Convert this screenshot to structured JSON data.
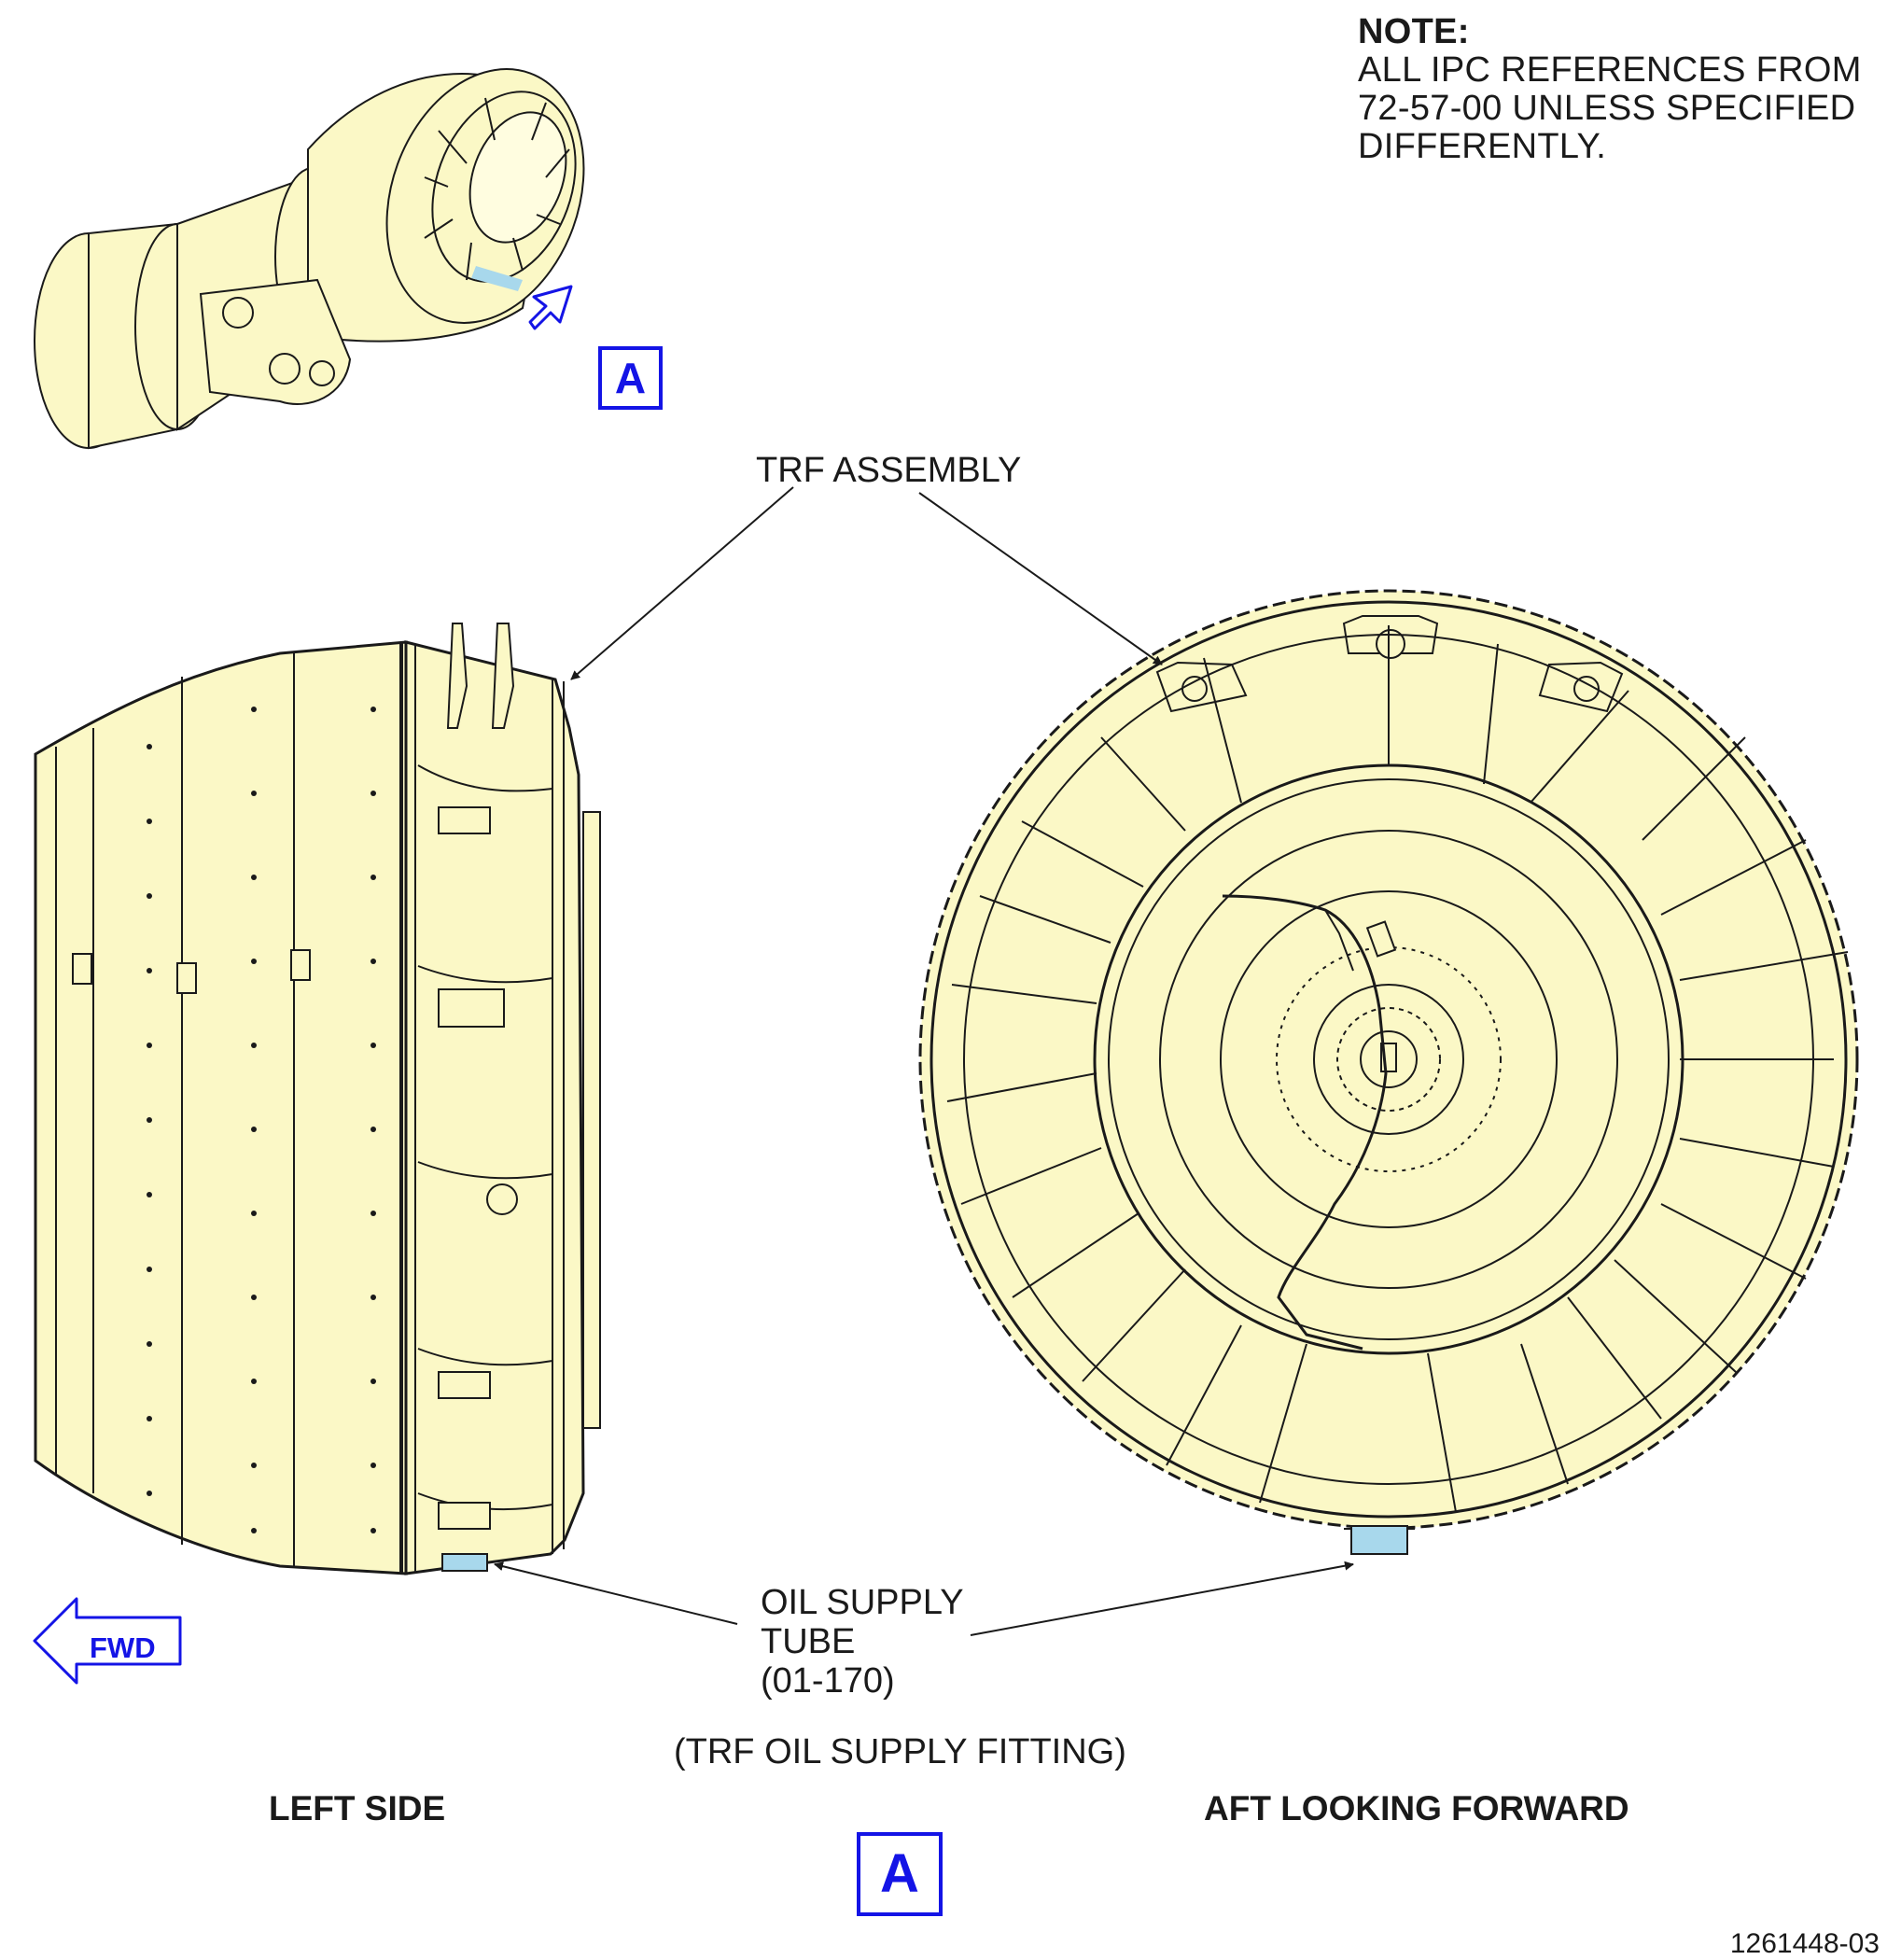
{
  "note": {
    "title": "NOTE:",
    "lines": [
      "ALL IPC REFERENCES FROM",
      "72-57-00 UNLESS SPECIFIED",
      "DIFFERENTLY."
    ]
  },
  "callouts": {
    "trf_assembly": "TRF ASSEMBLY",
    "oil_supply_tube": [
      "OIL SUPPLY",
      "TUBE",
      "(01-170)"
    ],
    "trf_oil_supply_fitting": "(TRF OIL SUPPLY FITTING)"
  },
  "views": {
    "left_side": "LEFT SIDE",
    "aft_looking_forward": "AFT LOOKING FORWARD"
  },
  "detail_marker": "A",
  "fwd_arrow_label": "FWD",
  "figure_number": "1261448-03",
  "colors": {
    "part_fill": "#fbf8c6",
    "line": "#1a1a1a",
    "highlight": "#a8d8ec",
    "detail_blue": "#1414e6"
  }
}
